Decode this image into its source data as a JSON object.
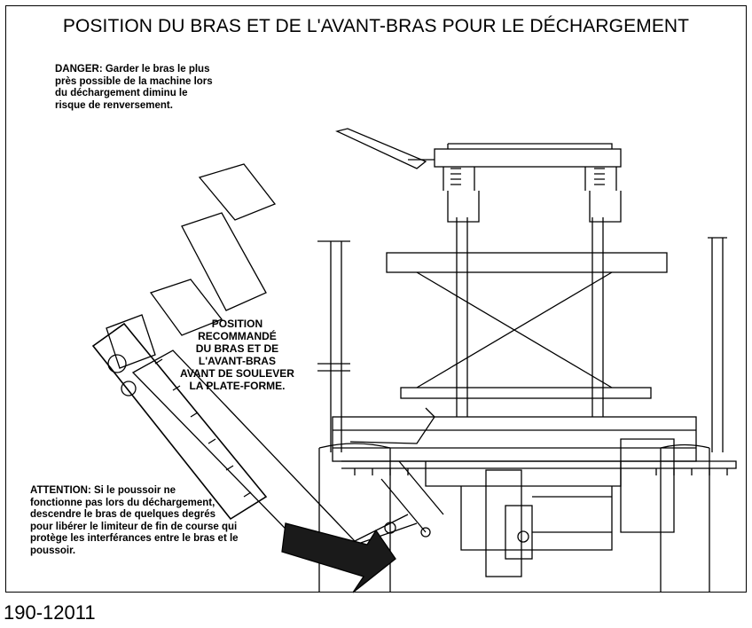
{
  "title": "POSITION DU BRAS ET DE L'AVANT-BRAS POUR LE DÉCHARGEMENT",
  "danger_lines": [
    "DANGER: Garder le bras le plus",
    "près possible de la machine lors",
    "du déchargement diminu le",
    "risque de renversement."
  ],
  "recommended_lines": [
    "POSITION",
    "RECOMMANDÉ",
    "DU BRAS ET DE",
    "L'AVANT-BRAS",
    "AVANT DE SOULEVER",
    "LA PLATE-FORME."
  ],
  "attention_lines": [
    "ATTENTION: Si le poussoir ne",
    "fonctionne pas lors du déchargement,",
    "descendre le bras de quelques degrés",
    "pour libérer le limiteur de fin de course qui",
    "protège les interférances entre le bras et le",
    "poussoir."
  ],
  "part_number": "190-12011",
  "colors": {
    "ink": "#000000",
    "paper": "#ffffff"
  }
}
